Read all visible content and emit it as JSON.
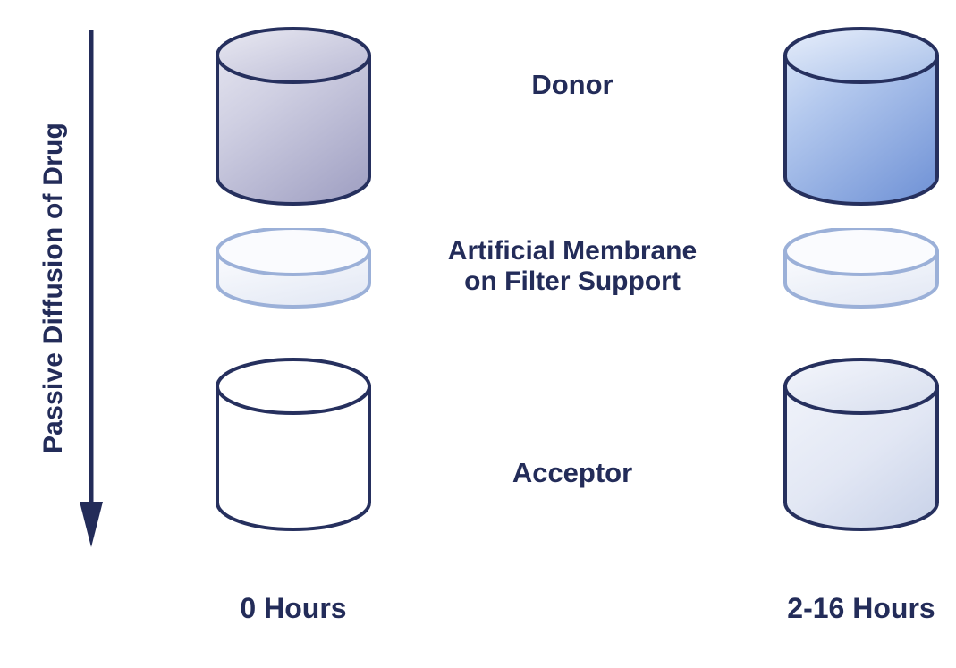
{
  "axis": {
    "label": "Passive Diffusion of Drug",
    "direction": "downward",
    "arrow_color": "#232c59"
  },
  "captions": {
    "donor": "Donor",
    "membrane_line1": "Artificial Membrane",
    "membrane_line2": "on Filter Support",
    "acceptor": "Acceptor"
  },
  "timepoints": {
    "left": "0 Hours",
    "right": "2-16 Hours"
  },
  "colors": {
    "outline_dark": "#26305e",
    "outline_light": "#9bb0d8",
    "text": "#232c59",
    "donor_t0_top": "#d6d6e6",
    "donor_t0_bottom": "#a9a9c8",
    "donor_t1_top": "#c6d6f2",
    "donor_t1_bottom": "#7d9fdb",
    "membrane_fill": "#f2f5fb",
    "acceptor_t0_fill": "#ffffff",
    "acceptor_t1_fill": "#dde3f2"
  },
  "vessels": [
    {
      "column": "left",
      "timepoint": "0 Hours",
      "role": "donor",
      "label": "Donor",
      "state": "drug-loaded",
      "fill": "lavender-gradient"
    },
    {
      "column": "left",
      "timepoint": "0 Hours",
      "role": "membrane",
      "label": "Artificial Membrane on Filter Support",
      "state": "membrane-disk",
      "fill": "pale-blue"
    },
    {
      "column": "left",
      "timepoint": "0 Hours",
      "role": "acceptor",
      "label": "Acceptor",
      "state": "empty",
      "fill": "white"
    },
    {
      "column": "right",
      "timepoint": "2-16 Hours",
      "role": "donor",
      "label": "Donor",
      "state": "drug-loaded",
      "fill": "blue-gradient"
    },
    {
      "column": "right",
      "timepoint": "2-16 Hours",
      "role": "membrane",
      "label": "Artificial Membrane on Filter Support",
      "state": "membrane-disk",
      "fill": "pale-blue"
    },
    {
      "column": "right",
      "timepoint": "2-16 Hours",
      "role": "acceptor",
      "label": "Acceptor",
      "state": "drug-received",
      "fill": "pale-blue-gradient"
    }
  ]
}
